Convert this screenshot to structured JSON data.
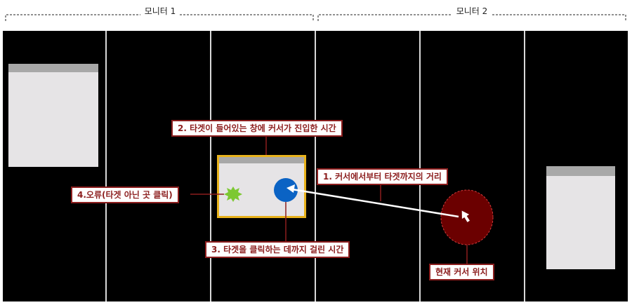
{
  "monitors": [
    {
      "label": "모니터 1"
    },
    {
      "label": "모니터 2"
    }
  ],
  "callouts": {
    "distance": "1. 커서에서부터 타겟까지의 거리",
    "enter_time": "2. 타겟이 들어있는 창에 커서가 진입한 시간",
    "click_time": "3. 타겟을 클릭하는 데까지 걸린 시간",
    "error": "4.오류(타겟 아닌 곳 클릭)",
    "cursor_position": "현재 커서 위치"
  },
  "icons": {
    "target": "target-circle-icon",
    "error": "error-burst-icon",
    "cursor": "mouse-cursor-icon"
  },
  "colors": {
    "target": "#0b63c4",
    "target_window_border": "#e8b21c",
    "error_burst": "#7dc832",
    "cursor_zone": "#6b0000",
    "callout": "#8c1e1e",
    "screen": "#000000",
    "arrow": "#ffffff"
  }
}
